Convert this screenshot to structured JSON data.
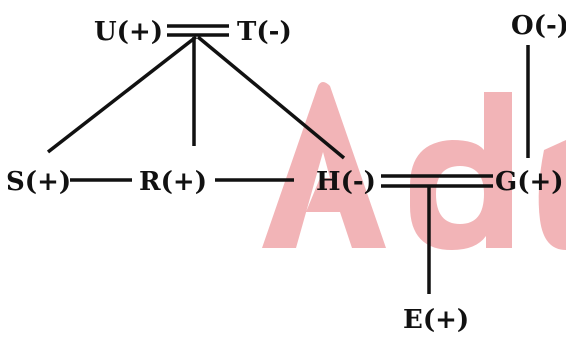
{
  "diagram": {
    "nodes": [
      {
        "id": "U",
        "label": "U(+)"
      },
      {
        "id": "T",
        "label": "T(-)"
      },
      {
        "id": "O",
        "label": "O(-)"
      },
      {
        "id": "S",
        "label": "S(+)"
      },
      {
        "id": "R",
        "label": "R(+)"
      },
      {
        "id": "H",
        "label": "H(-)"
      },
      {
        "id": "G",
        "label": "G(+)"
      },
      {
        "id": "E",
        "label": "E(+)"
      }
    ],
    "edges": [
      {
        "from": "U",
        "to": "T",
        "type": "double"
      },
      {
        "from": "U",
        "to": "S",
        "type": "single"
      },
      {
        "from": "U",
        "to": "R",
        "type": "single"
      },
      {
        "from": "U",
        "to": "H",
        "type": "single"
      },
      {
        "from": "S",
        "to": "R",
        "type": "single"
      },
      {
        "from": "R",
        "to": "H",
        "type": "single"
      },
      {
        "from": "H",
        "to": "G",
        "type": "double"
      },
      {
        "from": "H",
        "to": "E",
        "type": "single"
      },
      {
        "from": "G",
        "to": "O",
        "type": "single"
      }
    ],
    "colors": {
      "ink": "#111111",
      "watermark": "#f2b4b7"
    }
  }
}
